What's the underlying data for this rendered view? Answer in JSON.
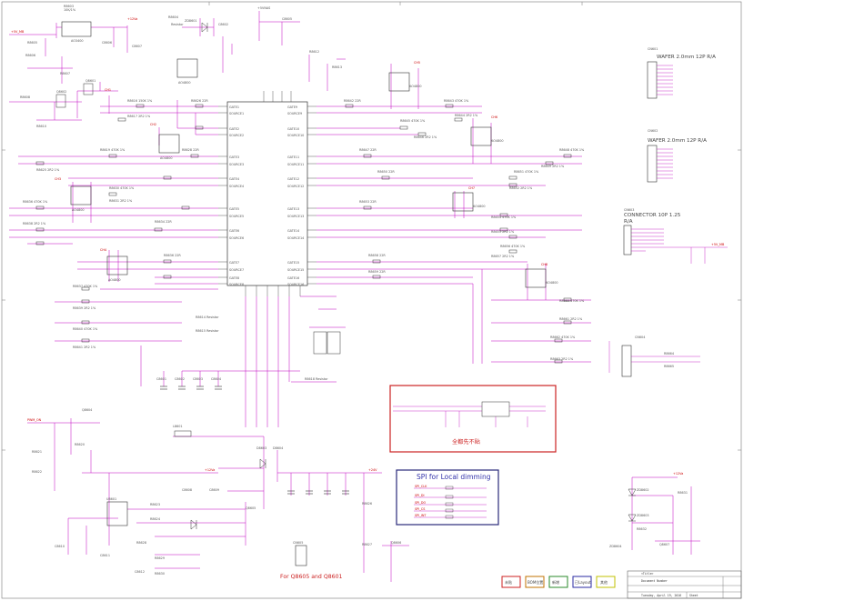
{
  "colors": {
    "wire": "#c000c0",
    "component": "#333333",
    "net_label": "#cc0000",
    "highlight_box": "#cc2222",
    "spi_box": "#2a2a7a",
    "frame": "#666666"
  },
  "connectors": {
    "top_right_1": {
      "ref": "CN601",
      "value": "WAFER 2.0mm 12P R/A"
    },
    "top_right_2": {
      "ref": "CN602",
      "value": "WAFER 2.0mm 12P R/A"
    },
    "mid_right": {
      "ref": "CN603",
      "value": "CONNECTOR 10P 1.25",
      "suffix": "R/A"
    }
  },
  "ic": {
    "left_pins": [
      "GATE1",
      "SOURCE1",
      "GATE2",
      "SOURCE2",
      "GATE3",
      "SOURCE3",
      "GATE4",
      "SOURCE4",
      "GATE5",
      "SOURCE5",
      "GATE6",
      "SOURCE6",
      "GATE7",
      "SOURCE7",
      "GATE8",
      "SOURCE8"
    ],
    "right_pins": [
      "GATE9",
      "SOURCE9",
      "GATE10",
      "SOURCE10",
      "GATE11",
      "SOURCE11",
      "GATE12",
      "SOURCE12",
      "GATE13",
      "SOURCE13",
      "GATE14",
      "SOURCE14",
      "GATE15",
      "SOURCE15",
      "GATE16",
      "SOURCE16"
    ]
  },
  "mosfets": {
    "label": "AO4800"
  },
  "notes": {
    "red_box_text": "全都先不貼",
    "spi_title": "SPI for Local dimming",
    "bottom_note": "For Q8605 and Q8601"
  },
  "spi_nets": [
    "SPI_CLK",
    "SPI_DI",
    "SPI_DO",
    "SPI_CS",
    "SPI_INT"
  ],
  "legend": [
    {
      "label": "未貼",
      "color": "#cc2222"
    },
    {
      "label": "BOM位置",
      "color": "#c07000"
    },
    {
      "label": "新增",
      "color": "#2a8a2a"
    },
    {
      "label": "已Layout",
      "color": "#2a2aa0"
    },
    {
      "label": "其他",
      "color": "#c0c000"
    }
  ],
  "title_block": {
    "title": "<Title>",
    "doc_label": "Document Number",
    "date_label": "Tuesday, April 19, 2016",
    "sheet_label": "Sheet"
  }
}
